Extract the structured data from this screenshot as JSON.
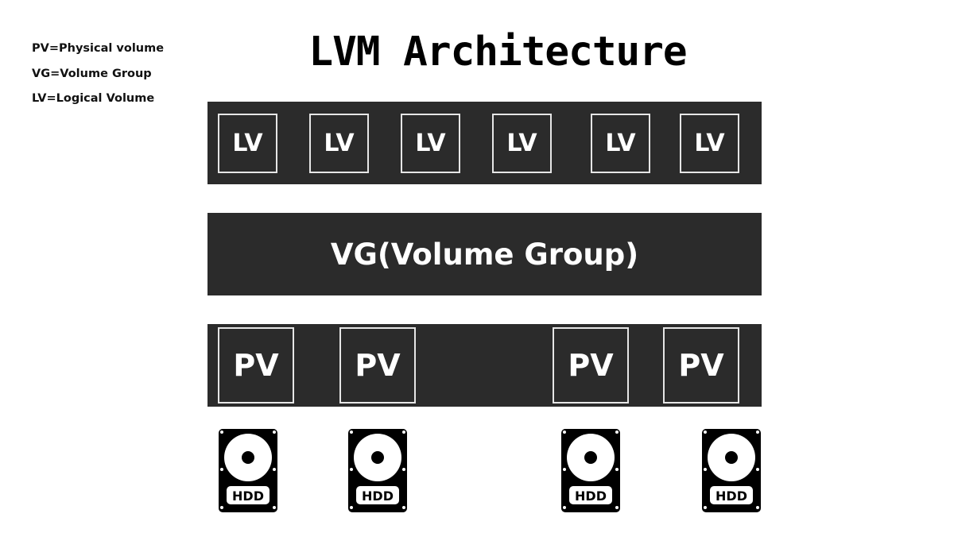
{
  "legend": [
    {
      "label": "PV=Physical volume"
    },
    {
      "label": "VG=Volume Group"
    },
    {
      "label": "LV=Logical Volume"
    }
  ],
  "title": "LVM Architecture",
  "logical_volumes": [
    {
      "label": "LV"
    },
    {
      "label": "LV"
    },
    {
      "label": "LV"
    },
    {
      "label": "LV"
    },
    {
      "label": "LV"
    },
    {
      "label": "LV"
    }
  ],
  "volume_group": {
    "label": "VG(Volume Group)"
  },
  "physical_volumes": [
    {
      "label": "PV"
    },
    {
      "label": "PV"
    },
    {
      "label": "PV"
    },
    {
      "label": "PV"
    }
  ],
  "disks": [
    {
      "label": "HDD",
      "icon": "hard-disk-icon"
    },
    {
      "label": "HDD",
      "icon": "hard-disk-icon"
    },
    {
      "label": "HDD",
      "icon": "hard-disk-icon"
    },
    {
      "label": "HDD",
      "icon": "hard-disk-icon"
    }
  ],
  "colors": {
    "band": "#2b2b2b",
    "box_border": "#e6e6e6",
    "text_light": "#ffffff",
    "title": "#000000"
  }
}
